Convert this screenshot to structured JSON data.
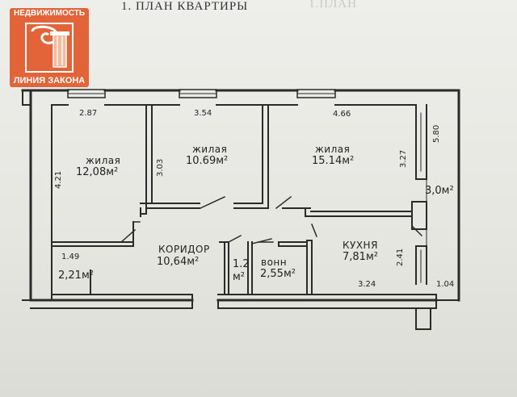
{
  "header": {
    "title": "1. ПЛАН КВАРТИРЫ",
    "faded_title": "1.ПЛАН"
  },
  "logo": {
    "top_text": "НЕДВИЖИМОСТЬ",
    "bottom_text": "ЛИНИЯ ЗАКОНА",
    "color": "#e4643a"
  },
  "rooms": {
    "living1": {
      "name": "жилая",
      "area": "12,08м²"
    },
    "living2": {
      "name": "жилая",
      "area": "10.69м²"
    },
    "living3": {
      "name": "жилая",
      "area": "15.14м²"
    },
    "corridor": {
      "name": "КОРИДОР",
      "area": "10,64м²"
    },
    "closet": {
      "line1": "1.2",
      "line2": "м²"
    },
    "bath": {
      "name": "вонн",
      "area": "2,55м²"
    },
    "kitchen": {
      "name": "КУХНЯ",
      "area": "7,81м²"
    },
    "storage": {
      "area": "2,21м²"
    },
    "balcony": {
      "area": "3,0м²"
    }
  },
  "dimensions": {
    "d287": "2.87",
    "d354": "3.54",
    "d466": "4.66",
    "d580": "5.80",
    "d327": "3.27",
    "d303": "3.03",
    "d421": "4.21",
    "d149": "1.49",
    "d241": "2.41",
    "d324": "3.24",
    "d104": "1.04"
  }
}
